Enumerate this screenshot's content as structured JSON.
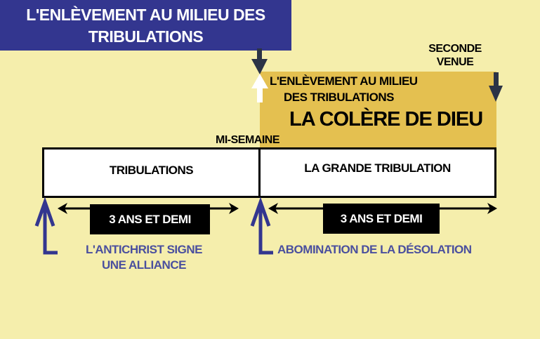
{
  "title": {
    "line1": "L'ENLÈVEMENT AU MILIEU DES",
    "line2": "TRIBULATIONS"
  },
  "second_coming": {
    "line1": "SECONDE",
    "line2": "VENUE"
  },
  "wrath": {
    "rapture_line1": "L'ENLÈVEMENT AU MILIEU",
    "rapture_line2": "DES TRIBULATIONS",
    "label": "LA COLÈRE DE DIEU"
  },
  "midweek": "MI-SEMAINE",
  "periods": [
    {
      "label": "TRIBULATIONS",
      "duration": "3 ANS ET DEMI"
    },
    {
      "label": "LA GRANDE TRIBULATION",
      "duration": "3 ANS ET DEMI"
    }
  ],
  "events": {
    "covenant_line1": "L'ANTICHRIST SIGNE",
    "covenant_line2": "UNE ALLIANCE",
    "abomination": "ABOMINATION DE LA DÉSOLATION"
  },
  "colors": {
    "background": "#f5eeac",
    "title_box": "#33368f",
    "wrath": "#e4c050",
    "event_text": "#4a4f9e"
  }
}
